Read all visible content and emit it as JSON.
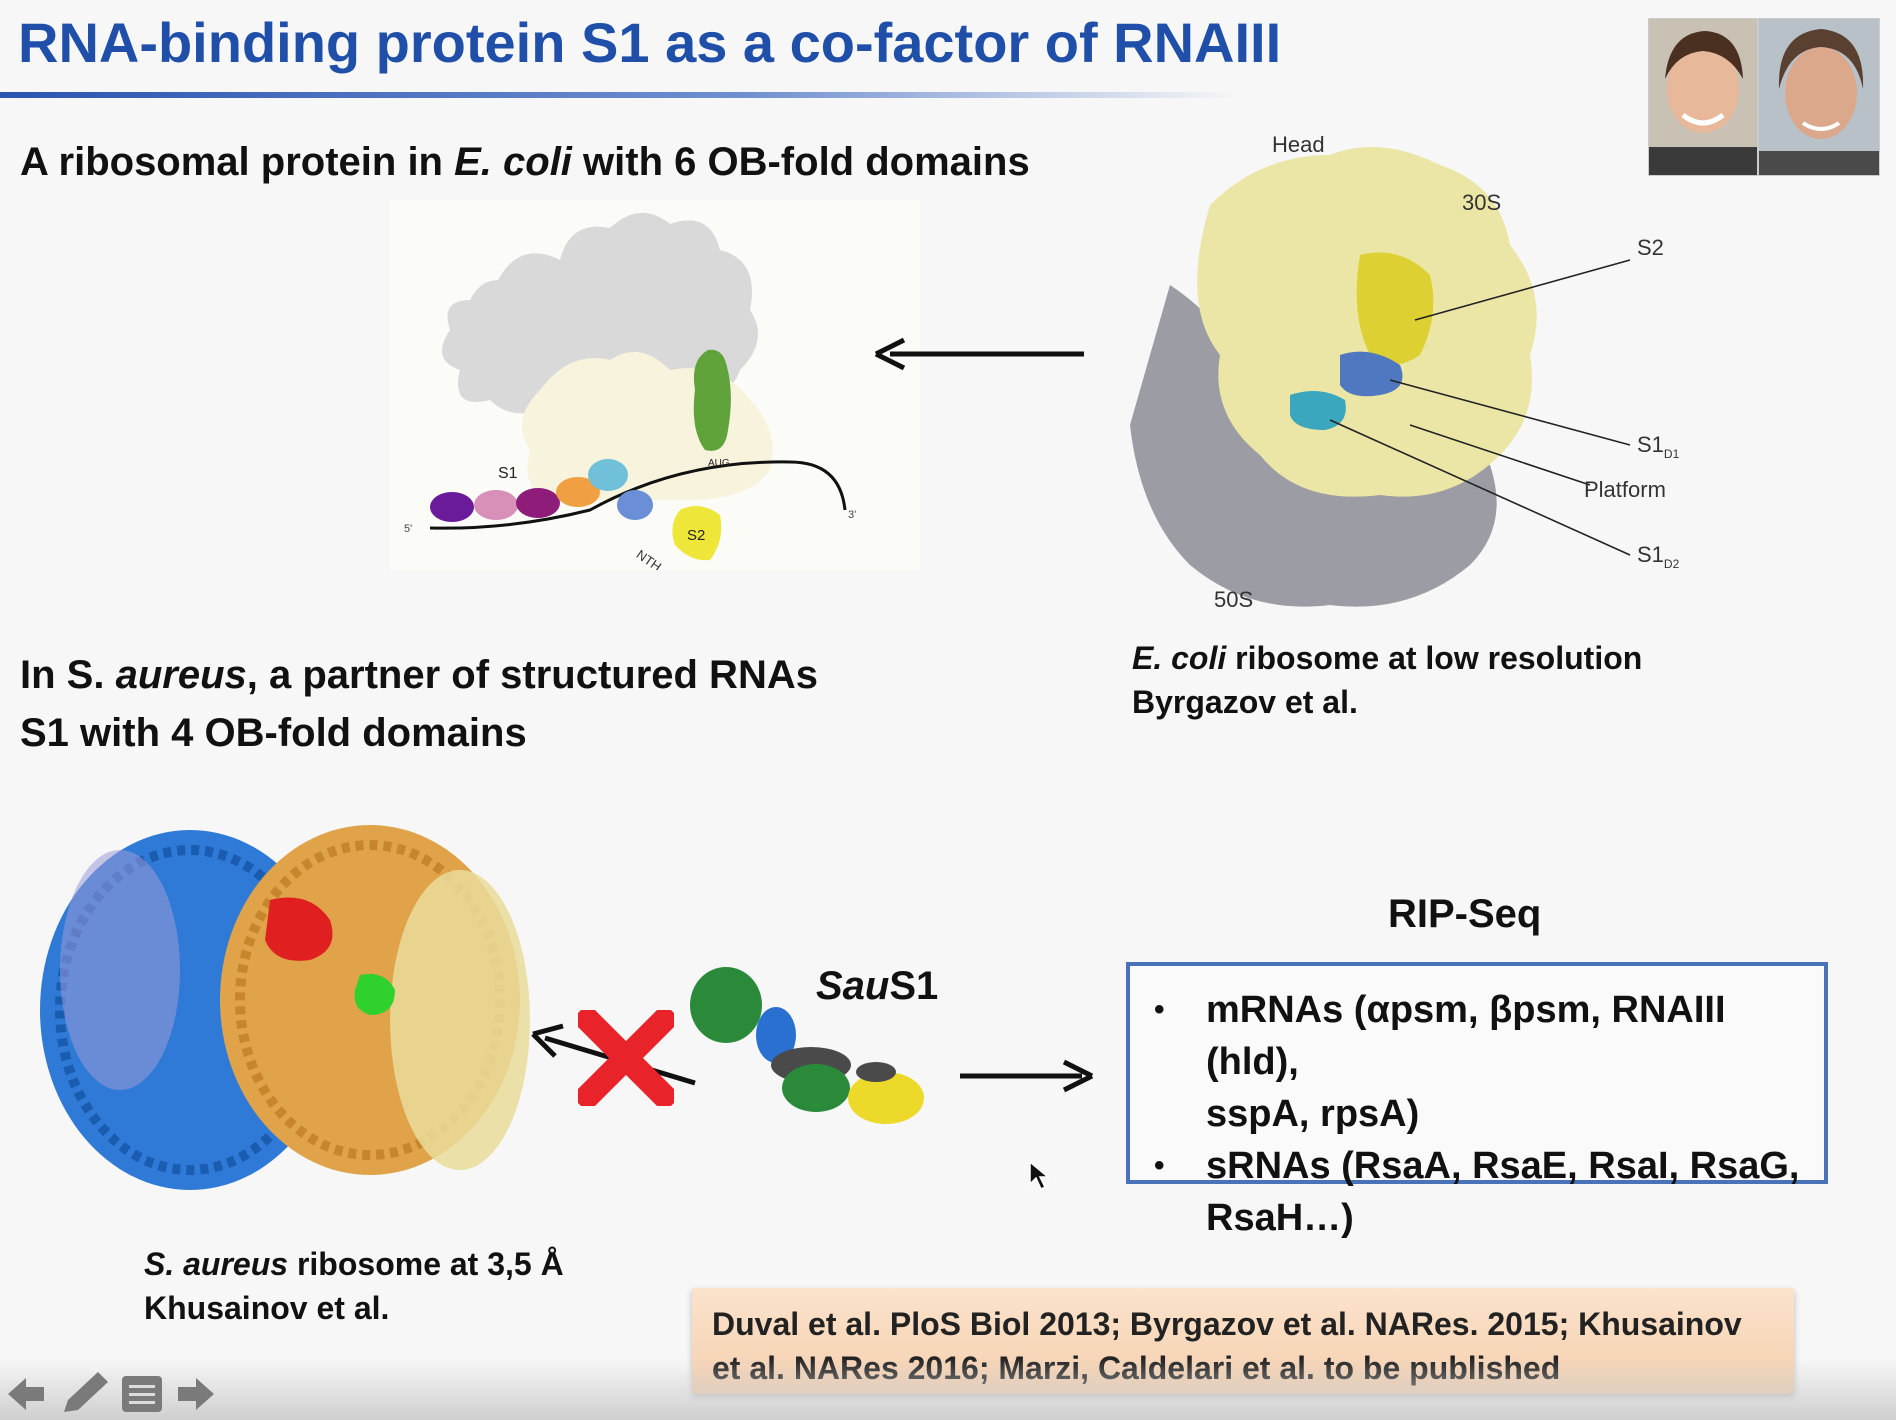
{
  "slide": {
    "title": "RNA-binding protein S1 as a co-factor of RNAIII",
    "heading1_prefix": "A ribosomal protein in ",
    "heading1_italic": "E. coli",
    "heading1_suffix": " with 6 OB-fold domains",
    "heading2_line1_prefix": "In S. ",
    "heading2_line1_italic": "aureus",
    "heading2_line1_suffix": ", a partner of structured RNAs",
    "heading2_line2": "S1 with 4 OB-fold domains"
  },
  "diagram1": {
    "s1": "S1",
    "aug": "AUG",
    "five_prime": "5'",
    "three_prime": "3'",
    "nth": "NTH",
    "s2": "S2"
  },
  "diagram2": {
    "head": "Head",
    "s30": "30S",
    "s2": "S2",
    "s1d1": "S1",
    "s1d1_sub": "D1",
    "platform": "Platform",
    "s1d2": "S1",
    "s1d2_sub": "D2",
    "s50": "50S"
  },
  "caption_ecoli": {
    "italic": "E. coli",
    "rest": " ribosome at low resolution",
    "line2": "Byrgazov et al."
  },
  "caption_saureus": {
    "italic": "S. aureus",
    "rest": " ribosome at 3,5 Å",
    "line2": "Khusainov et al."
  },
  "saus1": {
    "italic": "Sau",
    "rest": "S1"
  },
  "ripseq": {
    "title": "RIP-Seq",
    "item1_line1": "mRNAs (αpsm, βpsm, RNAIII (hld),",
    "item1_line2": "sspA, rpsA)",
    "item2_line1": "sRNAs (RsaA, RsaE, RsaI, RsaG,",
    "item2_line2": "RsaH…)"
  },
  "references": {
    "line1": "Duval et al. PloS Biol 2013; Byrgazov et al. NARes. 2015;  Khusainov",
    "line2": "et al. NARes 2016; Marzi, Caldelari et al. to be published"
  },
  "colors": {
    "title": "#1f4fa8",
    "s1_domains": [
      "#6a1b9a",
      "#d88fb8",
      "#8e1d7a",
      "#f0a040",
      "#6fc0d8",
      "#6a8fd6"
    ],
    "s2": "#f0e040",
    "red_x": "#e8232a"
  },
  "nav": {
    "icons": [
      "arrow-left-icon",
      "pen-icon",
      "menu-icon",
      "arrow-right-icon"
    ]
  }
}
